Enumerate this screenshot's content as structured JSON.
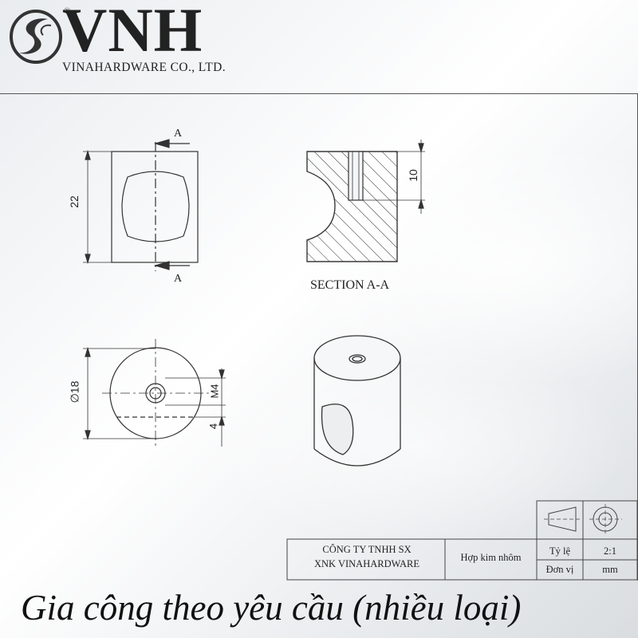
{
  "brand": {
    "logo_text": "VNH",
    "registered_mark": "®",
    "company_name": "VINAHARDWARE CO., LTD.",
    "logo_icon": "swoosh-s-logo-icon"
  },
  "drawing": {
    "section_marker_top": "A",
    "section_marker_bottom": "A",
    "dim_height": "22",
    "dim_slot_depth": "10",
    "section_caption": "SECTION A-A",
    "dim_diameter": "∅18",
    "dim_thread": "M4",
    "dim_offset": "4"
  },
  "title_block": {
    "company_line1": "CÔNG TY TNHH SX",
    "company_line2": "XNK VINAHARDWARE",
    "material": "Hợp kim nhôm",
    "scale_label": "Tỷ lệ",
    "scale_value": "2:1",
    "unit_label": "Đơn vị",
    "unit_value": "mm",
    "projection_icon": "first-angle-projection-icon"
  },
  "footer": {
    "slogan": "Gia công theo yêu cầu (nhiều loại)"
  },
  "colors": {
    "line": "#333333",
    "background_light": "#ffffff",
    "background_shade": "#d9dde0"
  }
}
